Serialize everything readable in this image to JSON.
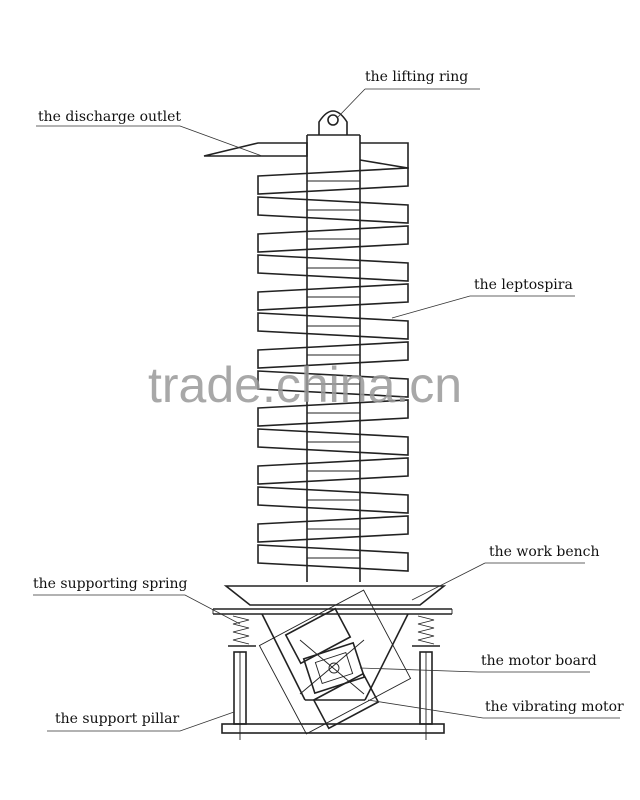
{
  "labels": {
    "lifting_ring": "the lifting ring",
    "discharge_outlet": "the discharge outlet",
    "leptospira": "the leptospira",
    "work_bench": "the work bench",
    "supporting_spring": "the supporting spring",
    "motor_board": "the motor board",
    "support_pillar": "the support pillar",
    "vibrating_motor": "the vibrating motor"
  },
  "watermark": "trade.china.cn",
  "colors": {
    "line": "#222222",
    "watermark": "#9a9a9a",
    "background": "#ffffff"
  }
}
